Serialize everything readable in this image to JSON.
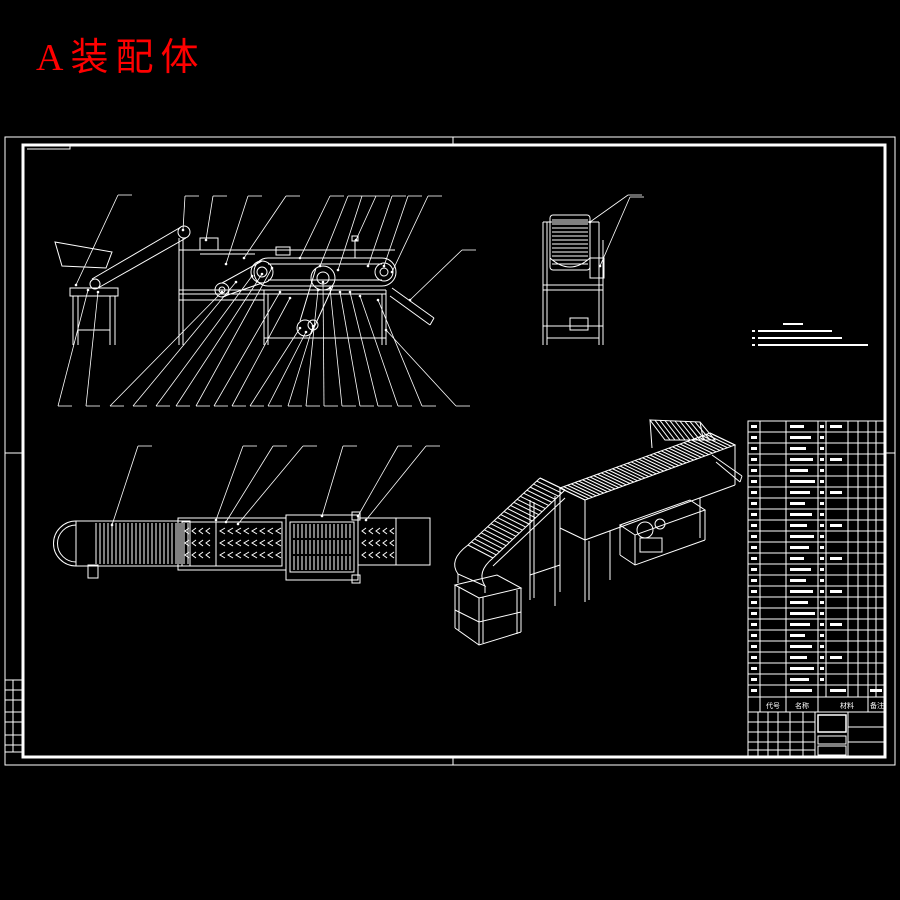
{
  "title": "A装配体",
  "colors": {
    "background": "#000000",
    "lines": "#ffffff",
    "title": "#ff0000"
  },
  "parts_list": {
    "header": {
      "code": "代号",
      "name": "名称",
      "material": "材料",
      "remark": "备注"
    }
  }
}
